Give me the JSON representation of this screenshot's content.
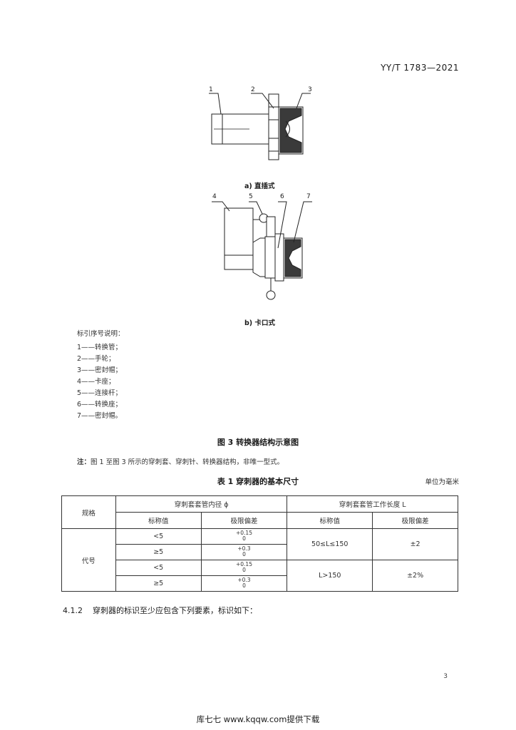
{
  "header": {
    "standard_number": "YY/T 1783—2021"
  },
  "figure": {
    "callouts_a": [
      "1",
      "2",
      "3"
    ],
    "callouts_b": [
      "4",
      "5",
      "6",
      "7"
    ],
    "caption_a": "a)  直插式",
    "caption_b": "b)  卡口式",
    "legend_title": "标引序号说明：",
    "legend": [
      "1——转换管；",
      "2——手轮；",
      "3——密封帽；",
      "4——卡座；",
      "5——连接杆；",
      "6——转换座；",
      "7——密封帽。"
    ],
    "title": "图 3   转换器结构示意图"
  },
  "note": {
    "label": "注：",
    "text": "图 1 至图 3 所示的穿刺套、穿刺针、转换器结构，非唯一型式。"
  },
  "table": {
    "title": "表 1   穿刺器的基本尺寸",
    "unit": "单位为毫米",
    "col_spec": "规格",
    "group_diameter": "穿刺套套管内径 ϕ",
    "group_length": "穿刺套套管工作长度 L",
    "col_nominal": "标称值",
    "col_tolerance": "极限偏差",
    "row_label": "代号",
    "rows": [
      {
        "nominal": "<5",
        "tol_upper": "+0.15",
        "tol_lower": "0"
      },
      {
        "nominal": "≥5",
        "tol_upper": "+0.3",
        "tol_lower": "0"
      },
      {
        "nominal": "<5",
        "tol_upper": "+0.15",
        "tol_lower": "0"
      },
      {
        "nominal": "≥5",
        "tol_upper": "+0.3",
        "tol_lower": "0"
      }
    ],
    "length_groups": [
      {
        "nominal": "50≤L≤150",
        "tolerance": "±2"
      },
      {
        "nominal": "L>150",
        "tolerance": "±2%"
      }
    ]
  },
  "paragraph": {
    "number": "4.1.2",
    "text": "穿刺器的标识至少应包含下列要素，标识如下："
  },
  "page_number": "3",
  "footer": "库七七 www.kqqw.com提供下载"
}
